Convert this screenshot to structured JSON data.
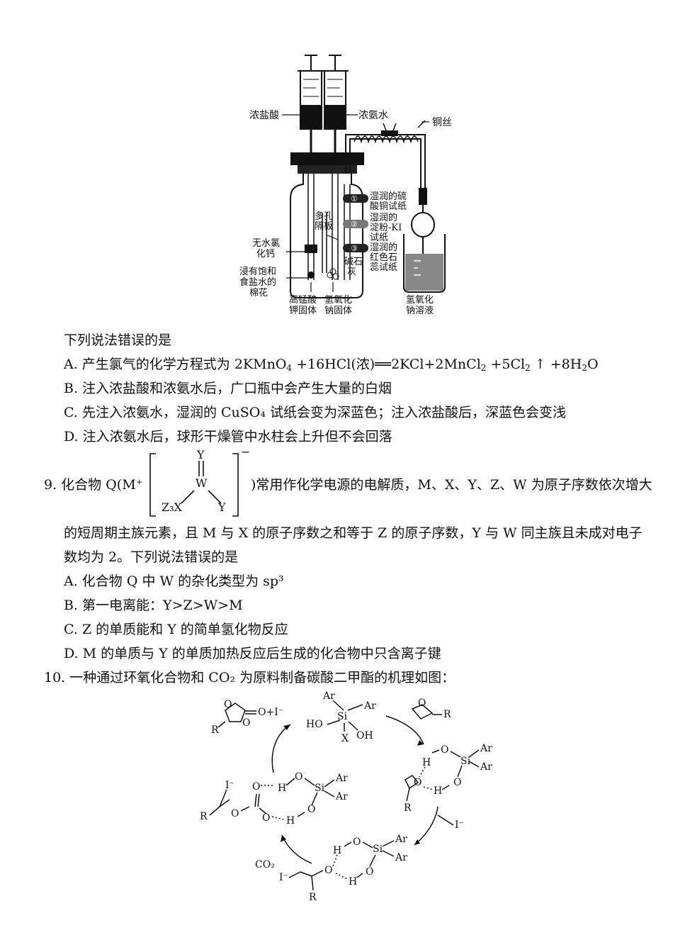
{
  "apparatus": {
    "left_syringe": "浓盐酸",
    "right_syringe": "浓氨水",
    "copper_wire": "铜丝",
    "paper1_line1": "湿润的硫",
    "paper1_line2": "酸铜试纸",
    "paper2_line1": "湿润的",
    "paper2_line2": "淀粉-KI",
    "paper2_line3": "试纸",
    "paper3_line1": "湿润的",
    "paper3_line2": "红色石",
    "paper3_line3": "蕊试纸",
    "porous_line1": "多孔",
    "porous_line2": "隔板",
    "cacl2_line1": "无水氯",
    "cacl2_line2": "化钙",
    "cotton_line1": "浸有饱和",
    "cotton_line2": "食盐水的",
    "cotton_line3": "棉花",
    "soda_line1": "碱石",
    "soda_line2": "灰",
    "kmno4_line1": "高锰酸",
    "kmno4_line2": "钾固体",
    "naoh_solid_line1": "氢氧化",
    "naoh_solid_line2": "钠固体",
    "naoh_sol_line1": "氢氧化",
    "naoh_sol_line2": "钠溶液",
    "circled1": "①",
    "circled2": "②",
    "circled3": "③"
  },
  "q8": {
    "stem": "下列说法错误的是",
    "A_pre": "A. 产生氯气的化学方程式为 2KMnO",
    "A_mid": " +16HCl(浓)══2KCl+2MnCl",
    "A_post": " +5Cl",
    "A_end": " ↑ +8H",
    "A_o": "O",
    "sub4": "4",
    "sub2": "2",
    "B": "B. 注入浓盐酸和浓氨水后，广口瓶中会产生大量的白烟",
    "C": "C. 先注入浓氨水，湿润的 CuSO₄ 试纸会变为深蓝色；注入浓盐酸后，深蓝色会变浅",
    "D": "D. 注入浓氨水后，球形干燥管中水柱会上升但不会回落"
  },
  "q9": {
    "lead": "9. 化合物 Q(M⁺",
    "tail": ")常用作化学电源的电解质，M、X、Y、Z、W 为原子序数依次增大",
    "line2": "的短周期主族元素，且 M 与 X 的原子序数之和等于 Z 的原子序数，Y 与 W 同主族且未成对电子",
    "line3": "数均为 2。下列说法错误的是",
    "struct_Y_top": "Y",
    "struct_W": "W",
    "struct_Z3X": "Z₃X",
    "struct_Y_right": "Y",
    "struct_charge": "−",
    "A": "A. 化合物 Q 中 W 的杂化类型为 sp³",
    "B": "B. 第一电离能：Y>Z>W>M",
    "C": "C. Z 的单质能和 Y 的简单氢化物反应",
    "D": "D. M 的单质与 Y 的单质加热反应后生成的化合物中只含离子键"
  },
  "q10": {
    "stem": "10. 一种通过环氧化合物和 CO₂ 为原料制备碳酸二甲酯的机理如图：",
    "prod_label": "O+I⁻",
    "R": "R",
    "O": "O",
    "HO": "HO",
    "OH": "OH",
    "H": "H",
    "Si": "Si",
    "Ar": "Ar",
    "X": "X",
    "I": "I⁻",
    "CO2": "CO₂",
    "iodide": "I⁻"
  }
}
